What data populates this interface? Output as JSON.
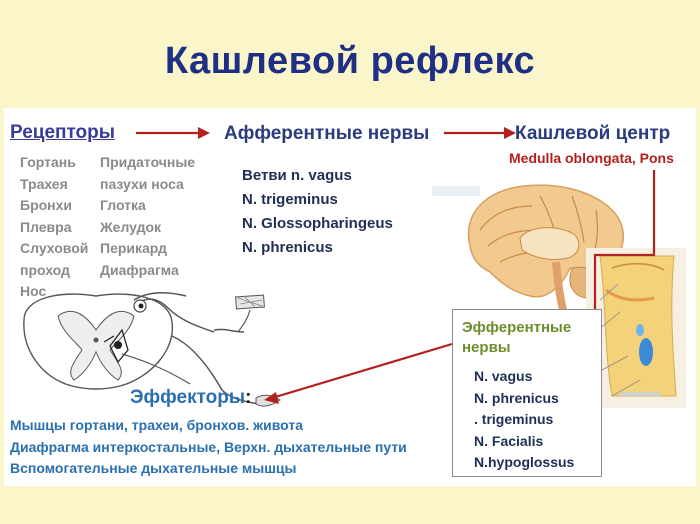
{
  "title": "Кашлевой рефлекс",
  "receptors": {
    "heading": "Рецепторы",
    "col1": [
      "Гортань",
      "Трахея",
      "Бронхи",
      "Плевра",
      "Слуховой",
      "проход",
      "Нос"
    ],
    "col2": [
      "Придаточные",
      "пазухи носа",
      "Глотка",
      "Желудок",
      "Перикард",
      "Диафрагма"
    ]
  },
  "afferent": {
    "heading": "Афферентные нервы",
    "items": [
      "Ветви n. vagus",
      "N. trigeminus",
      "N. Glossopharingeus",
      "N. phrenicus"
    ]
  },
  "cough_center": {
    "heading": "Кашлевой центр",
    "location": "Medulla oblongata, Pons"
  },
  "efferent": {
    "heading": "Эфферентные нервы",
    "items": [
      "N. vagus",
      "N. phrenicus",
      ". trigeminus",
      "N. Facialis",
      "N.hypoglossus"
    ]
  },
  "effectors": {
    "heading": "Эффекторы",
    "colon": ":",
    "items": [
      "Мышцы гортани, трахеи, бронхов. живота",
      "Диафрагма интеркостальные, Верхн. дыхательные пути",
      "Вспомогательные дыхательные мышцы"
    ]
  },
  "colors": {
    "title": "#1f2f86",
    "arrow": "#b3211e",
    "efferent_heading": "#6e8d2c",
    "effectors": "#2a6fb0",
    "background": "#fbf6c9"
  }
}
